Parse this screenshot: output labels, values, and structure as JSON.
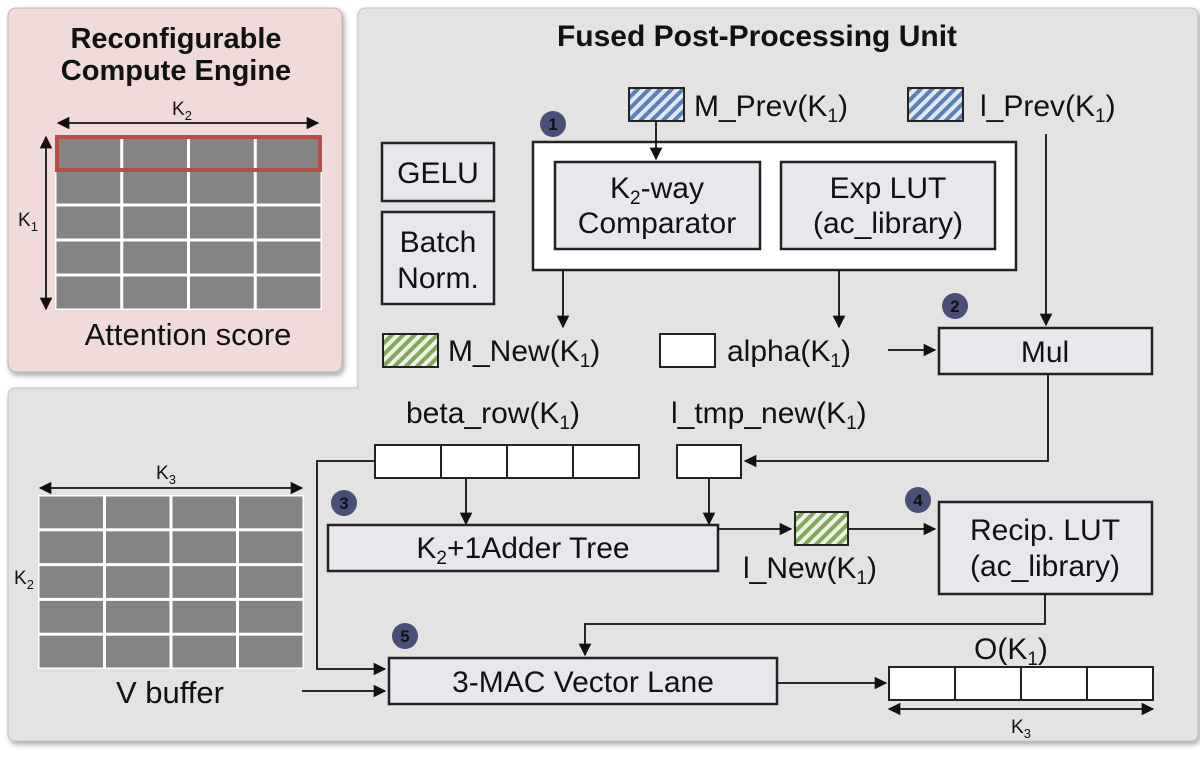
{
  "colors": {
    "panel_bg": "#e3e3e3",
    "engine_bg": "#f0dada",
    "engine_title": "#c0554a",
    "unit_title": "#4b4f78",
    "highlight_row": "#b34f45",
    "cell_gray": "#848484",
    "badge": "#4b4f78",
    "hatch_blue": "#5b7fb8",
    "hatch_green": "#84a85a"
  },
  "engine": {
    "title_line1": "Reconfigurable",
    "title_line2": "Compute Engine",
    "caption": "Attention score",
    "k_top": "K",
    "k_top_sub": "2",
    "k_side": "K",
    "k_side_sub": "1"
  },
  "unit": {
    "title": "Fused Post-Processing Unit"
  },
  "side_blocks": {
    "gelu": "GELU",
    "batch_line1": "Batch",
    "batch_line2": "Norm."
  },
  "stage1": {
    "badge": "1",
    "comparator_k": "K",
    "comparator_sub": "2",
    "comparator_line1_rest": "-way",
    "comparator_line2": "Comparator",
    "exp_line1": "Exp LUT",
    "exp_line2": "(ac_library)"
  },
  "inputs": {
    "m_prev_pre": "M_Prev(K",
    "m_prev_sub": "1",
    "m_prev_post": ")",
    "l_prev_pre": "l_Prev(K",
    "l_prev_sub": "1",
    "l_prev_post": ")"
  },
  "signals": {
    "m_new_pre": "M_New(K",
    "m_new_sub": "1",
    "m_new_post": ")",
    "alpha_pre": "alpha(K",
    "alpha_sub": "1",
    "alpha_post": ")",
    "beta_pre": "beta_row(K",
    "beta_sub": "1",
    "beta_post": ")",
    "ltmp_pre": "l_tmp_new(K",
    "ltmp_sub": "1",
    "ltmp_post": ")",
    "lnew_pre": "l_New(K",
    "lnew_sub": "1",
    "lnew_post": ")",
    "o_pre": "O(K",
    "o_sub": "1",
    "o_post": ")"
  },
  "stage2": {
    "badge": "2",
    "label": "Mul"
  },
  "stage3": {
    "badge": "3",
    "k": "K",
    "sub": "2",
    "rest": "+1Adder Tree"
  },
  "stage4": {
    "badge": "4",
    "line1": "Recip. LUT",
    "line2": "(ac_library)"
  },
  "stage5": {
    "badge": "5",
    "label": "3-MAC Vector Lane"
  },
  "vbuffer": {
    "caption": "V buffer",
    "k_top": "K",
    "k_top_sub": "3",
    "k_side": "K",
    "k_side_sub": "2"
  },
  "output": {
    "k_bottom": "K",
    "k_bottom_sub": "3"
  }
}
